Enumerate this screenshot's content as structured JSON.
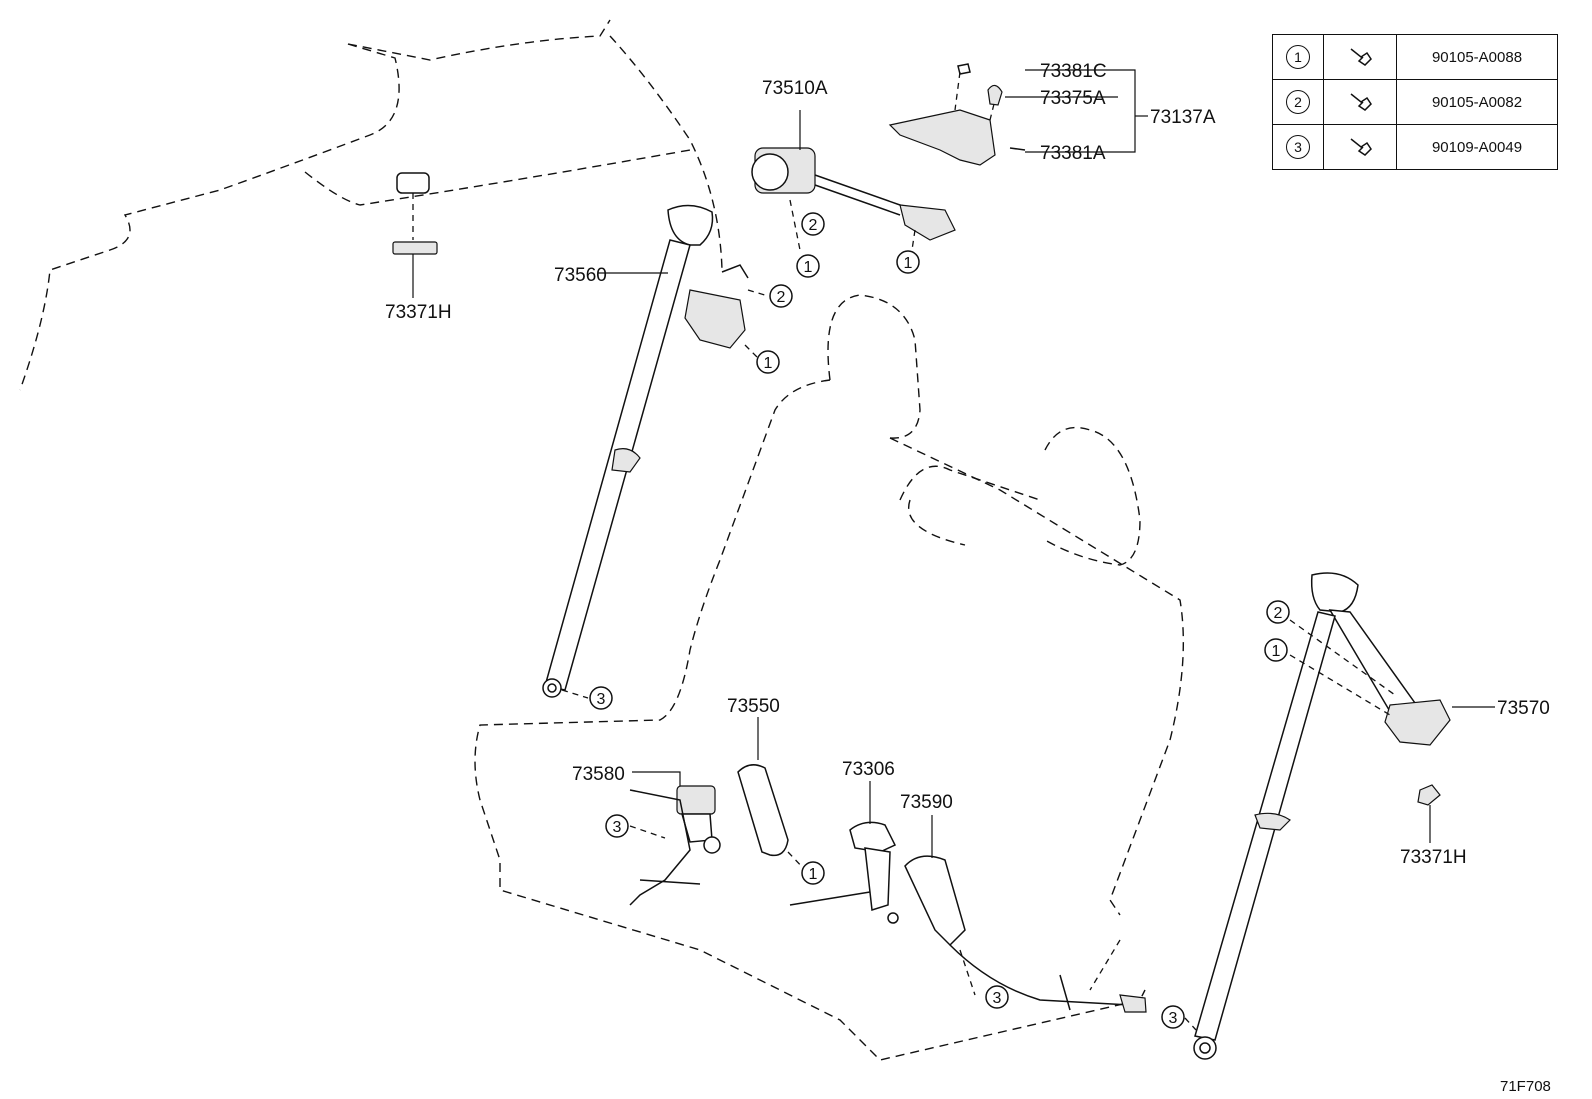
{
  "parts": {
    "p73510A": "73510A",
    "p73381C": "73381C",
    "p73375A": "73375A",
    "p73137A": "73137A",
    "p73381A": "73381A",
    "p73371H_left": "73371H",
    "p73560": "73560",
    "p73550": "73550",
    "p73580": "73580",
    "p73306": "73306",
    "p73590": "73590",
    "p73570": "73570",
    "p73371H_right": "73371H"
  },
  "callouts": {
    "one": "1",
    "two": "2",
    "three": "3"
  },
  "fastener_table": [
    {
      "ref": "1",
      "part_no": "90105-A0088"
    },
    {
      "ref": "2",
      "part_no": "90105-A0082"
    },
    {
      "ref": "3",
      "part_no": "90109-A0049"
    }
  ],
  "drawing_code": "71F708"
}
